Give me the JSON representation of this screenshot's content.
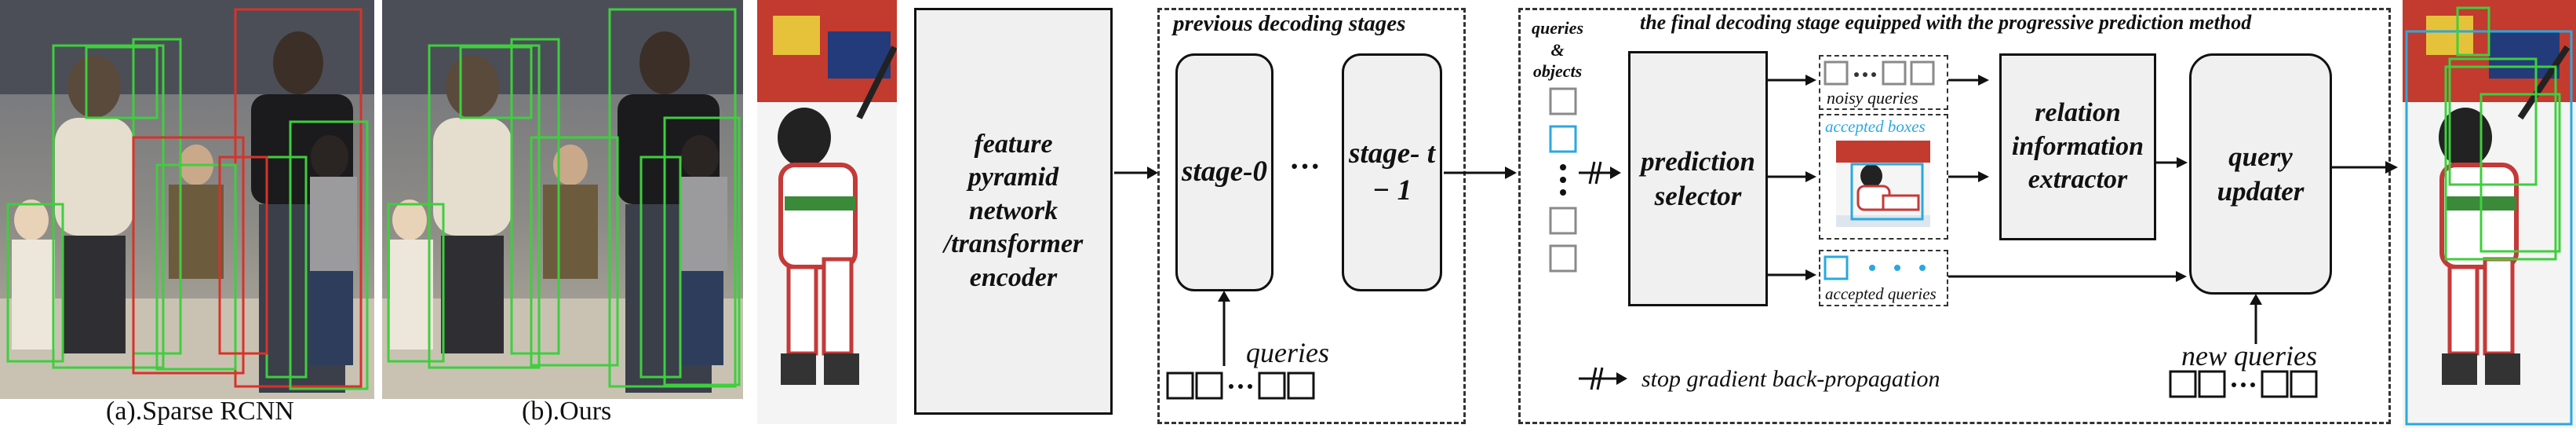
{
  "captions": {
    "sparse_rcnn": "(a).Sparse RCNN",
    "ours": "(b).Ours"
  },
  "boxes": {
    "fpn": "feature pyramid network /transformer encoder",
    "stage0": "stage-0",
    "ellipsis": "···",
    "stage_t1": "stage- t − 1",
    "prediction_selector": "prediction selector",
    "relation_extractor": "relation information extractor",
    "query_updater": "query updater"
  },
  "labels": {
    "previous_stages": "previous decoding stages",
    "final_stage": "the final decoding stage equipped with the progressive prediction method",
    "queries_objects": "queries & objects",
    "queries": "queries",
    "new_queries": "new queries",
    "noisy_queries": "noisy queries",
    "accepted_boxes": "accepted boxes",
    "accepted_queries": "accepted queries",
    "stop_gradient": "stop gradient back-propagation"
  },
  "colors": {
    "box_fill": "#f0f0f0",
    "accent_blue": "#2aa8e0",
    "detect_green": "#3ecf3e",
    "detect_red": "#d8322a"
  }
}
